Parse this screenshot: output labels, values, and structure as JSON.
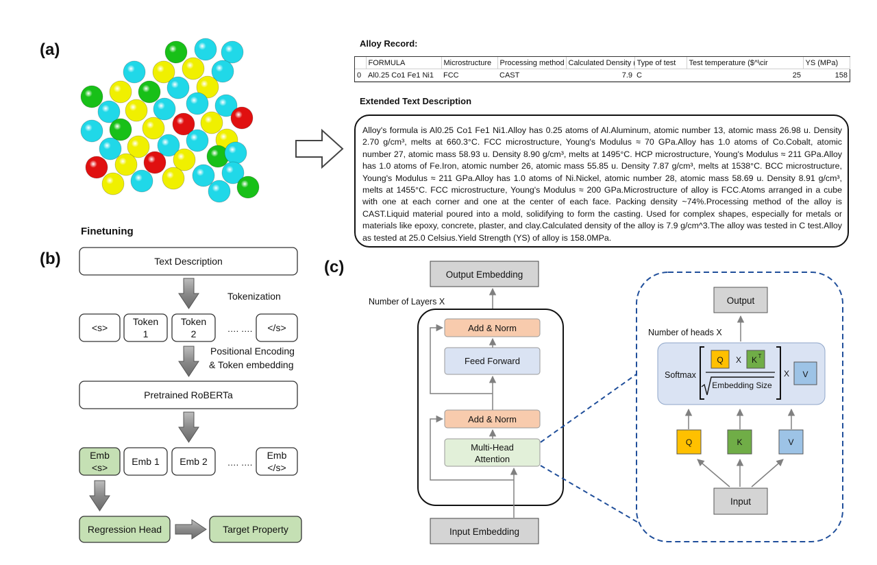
{
  "panel_a": {
    "label": "(a)",
    "record_title": "Alloy Record:",
    "table": {
      "columns": [
        "",
        "FORMULA",
        "Microstructure",
        "Processing method",
        "Calculated Density (",
        "Type of test",
        "Test temperature ($^\\cir",
        "YS (MPa)"
      ],
      "row": [
        "0",
        "Al0.25 Co1 Fe1 Ni1",
        "FCC",
        "CAST",
        "7.9",
        "C",
        "25",
        "158"
      ]
    },
    "extended_title": "Extended Text Description",
    "extended_text": "Alloy's formula is Al0.25 Co1 Fe1 Ni1.Alloy has 0.25 atoms of Al.Aluminum, atomic number 13, atomic mass 26.98 u. Density 2.70 g/cm³, melts at 660.3°C. FCC microstructure, Young's Modulus ≈ 70 GPa.Alloy has 1.0 atoms of Co.Cobalt, atomic number 27, atomic mass 58.93 u. Density 8.90 g/cm³, melts at 1495°C. HCP microstructure, Young's Modulus ≈ 211 GPa.Alloy has 1.0 atoms of Fe.Iron, atomic number 26, atomic mass 55.85 u. Density 7.87 g/cm³, melts at 1538°C. BCC microstructure, Young's Modulus ≈ 211 GPa.Alloy has 1.0 atoms of Ni.Nickel, atomic number 28, atomic mass 58.69 u. Density 8.91 g/cm³, melts at 1455°C. FCC microstructure, Young's Modulus ≈ 200 GPa.Microstructure of alloy is FCC.Atoms arranged in a cube with one at each corner and one at the center of each face. Packing density ~74%.Processing method of the alloy is CAST.Liquid material poured into a mold, solidifying to form the casting. Used for complex shapes, especially for metals or materials like epoxy, concrete, plaster, and clay.Calculated density of the alloy is 7.9 g/cm^3.The alloy was tested in C test.Alloy as tested at 25.0 Celsius.Yield Strength (YS) of alloy is 158.0MPa.",
    "atom_colors": {
      "Al": "#e01010",
      "Co": "#18c018",
      "Fe": "#f0f000",
      "Ni": "#20d8e8"
    }
  },
  "panel_b": {
    "label": "(b)",
    "title": "Finetuning",
    "text_description": "Text Description",
    "tokenization": "Tokenization",
    "tokens": [
      {
        "l1": "<s>",
        "l2": ""
      },
      {
        "l1": "Token",
        "l2": "1"
      },
      {
        "l1": "Token",
        "l2": "2"
      },
      {
        "l1": "</s>",
        "l2": ""
      }
    ],
    "ellipsis": "…. ….",
    "pos_enc_1": "Positional Encoding",
    "pos_enc_2": "& Token embedding",
    "pretrained": "Pretrained RoBERTa",
    "embs": [
      {
        "l1": "Emb",
        "l2": "<s>"
      },
      {
        "l1": "Emb 1",
        "l2": ""
      },
      {
        "l1": "Emb 2",
        "l2": ""
      },
      {
        "l1": "Emb",
        "l2": "</s>"
      }
    ],
    "regression_head": "Regression Head",
    "target_property": "Target Property"
  },
  "panel_c": {
    "label": "(c)",
    "output_embedding": "Output Embedding",
    "num_layers": "Number of Layers  X",
    "add_norm": "Add & Norm",
    "feed_forward": "Feed Forward",
    "mha_1": "Multi-Head",
    "mha_2": "Attention",
    "input_embedding": "Input Embedding",
    "output": "Output",
    "num_heads": "Number of heads   X",
    "softmax": "Softmax",
    "q": "Q",
    "k": "K",
    "kt_base": "K",
    "kt_sup": "T",
    "v": "V",
    "x": "X",
    "embedding_size": "Embedding Size",
    "input": "Input"
  },
  "colors": {
    "grey_box": "#d4d4d4",
    "orange": "#f8cbad",
    "blue_light": "#dae3f3",
    "green_light": "#e2f0d9",
    "green_mid": "#c5e0b4",
    "q_yellow": "#ffc000",
    "k_green": "#70ad47",
    "v_blue": "#9dc3e6",
    "dash_blue": "#1f4e9a"
  }
}
